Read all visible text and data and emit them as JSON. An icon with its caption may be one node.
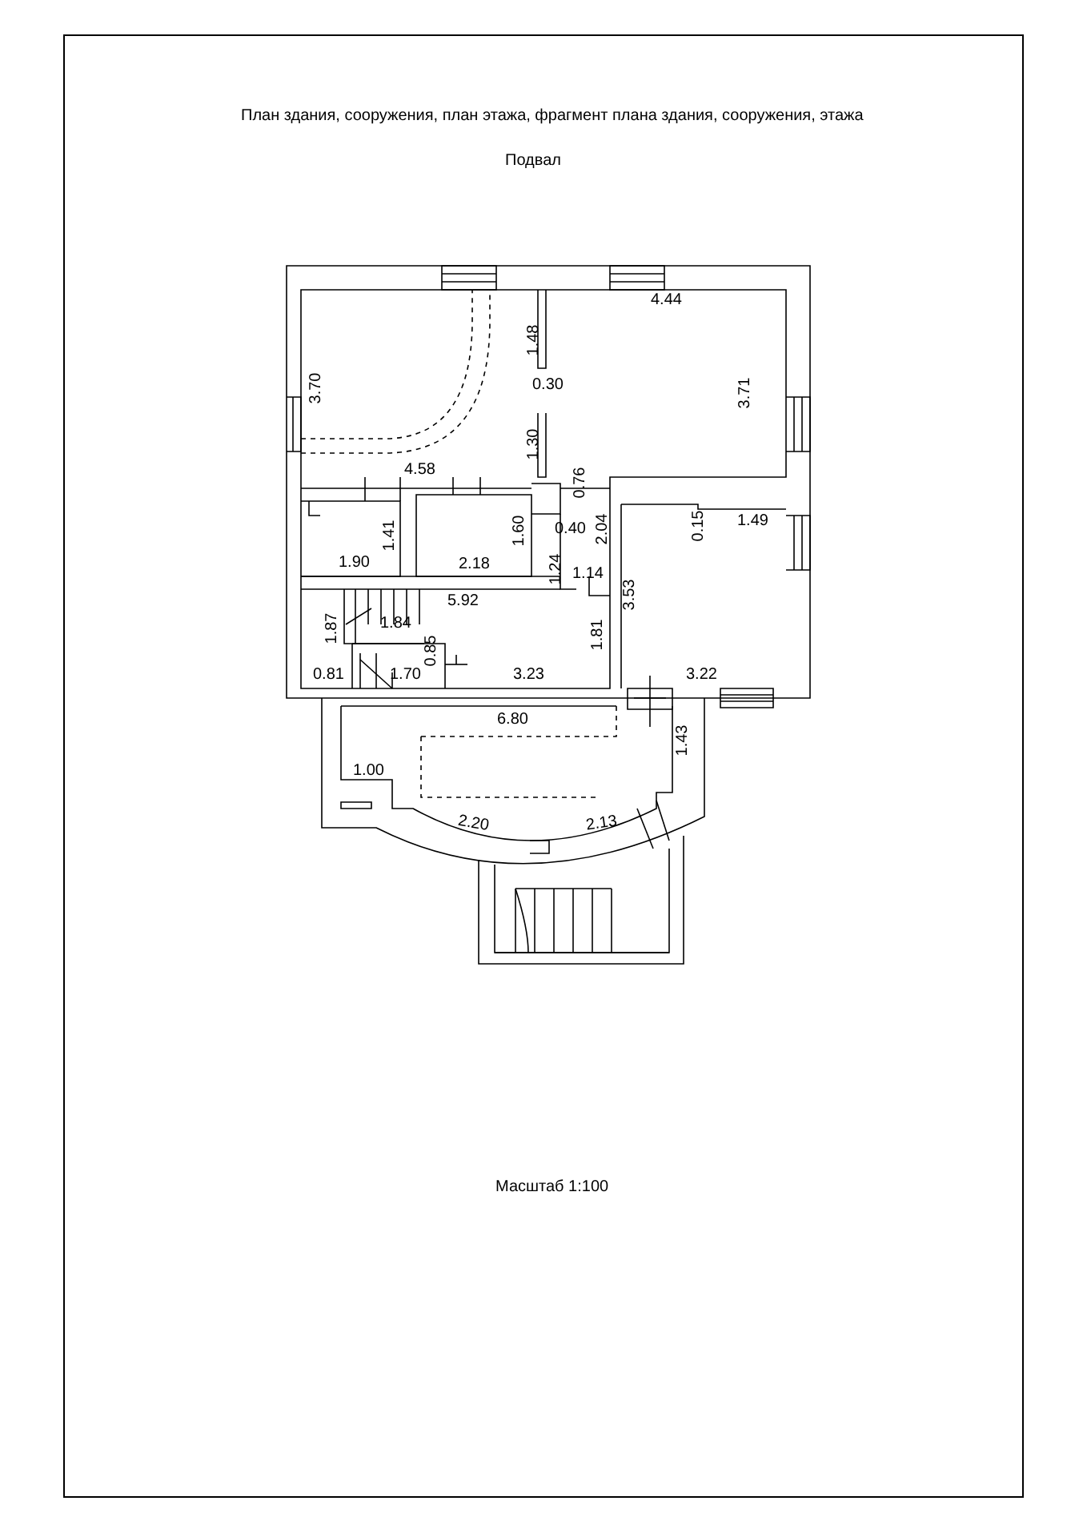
{
  "diagram": {
    "title": "План здания, сооружения, план этажа, фрагмент плана здания, сооружения, этажа",
    "labels": [
      "Подвал",
      "4.44",
      "1.48",
      "3.70",
      "0.30",
      "3.71",
      "1.30",
      "4.58",
      "0.76",
      "0.15",
      "1.49",
      "1.41",
      "1.60",
      "0.40",
      "2.04",
      "1.90",
      "2.18",
      "1.24",
      "1.14",
      "3.53",
      "5.92",
      "1.87",
      "1.84",
      "1.81",
      "0.85",
      "0.81",
      "1.70",
      "3.23",
      "3.22",
      "6.80",
      "1.43",
      "1.00",
      "2.20",
      "2.13",
      "Масштаб 1:100"
    ]
  }
}
